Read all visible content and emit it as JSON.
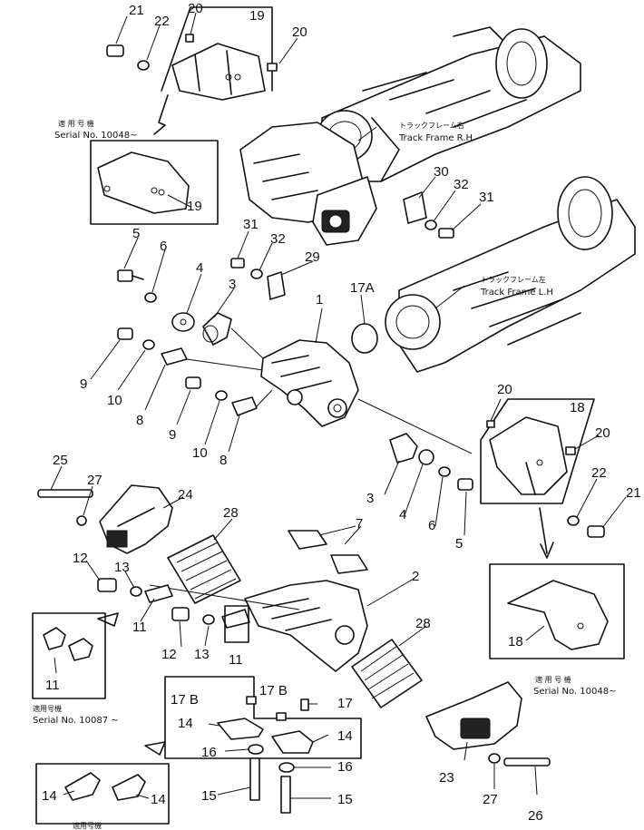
{
  "callouts": {
    "c21a": "21",
    "c22a": "22",
    "c20a": "20",
    "c19a": "19",
    "c20b": "20",
    "c19b": "19",
    "c5a": "5",
    "c6a": "6",
    "c4a": "4",
    "c3a": "3",
    "c31a": "31",
    "c32a": "32",
    "c29": "29",
    "c30": "30",
    "c32b": "32",
    "c31b": "31",
    "c1": "1",
    "c17a": "17A",
    "c9a": "9",
    "c10a": "10",
    "c8a": "8",
    "c9b": "9",
    "c10b": "10",
    "c8b": "8",
    "c25": "25",
    "c27a": "27",
    "c24": "24",
    "c28a": "28",
    "c7": "7",
    "c12a": "12",
    "c13a": "13",
    "c11a": "11",
    "c12b": "12",
    "c13b": "13",
    "c11b": "11",
    "c11c": "11",
    "c2": "2",
    "c28b": "28",
    "c3b": "3",
    "c4b": "4",
    "c6b": "6",
    "c5b": "5",
    "c20c": "20",
    "c18a": "18",
    "c20d": "20",
    "c22b": "22",
    "c21b": "21",
    "c18b": "18",
    "c17b1": "17 B",
    "c17b2": "17 B",
    "c17": "17",
    "c14a": "14",
    "c14b": "14",
    "c16a": "16",
    "c16b": "16",
    "c15a": "15",
    "c15b": "15",
    "c23": "23",
    "c27b": "27",
    "c26": "26",
    "c14c": "14",
    "c14d": "14"
  },
  "labels": {
    "track_rh_jp": "トラックフレーム右",
    "track_rh_en": "Track Frame R.H",
    "track_lh_jp": "トラックフレーム左",
    "track_lh_en": "Track Frame L.H",
    "serial_top_jp": "適 用 号 機",
    "serial_top_en": "Serial No. 10048~",
    "serial_right_jp": "適 用 号 機",
    "serial_right_en": "Serial No. 10048~",
    "serial_left_jp": "適用号機",
    "serial_left_en": "Serial No. 10087 ~",
    "serial_bottom_jp": "適用号機"
  }
}
